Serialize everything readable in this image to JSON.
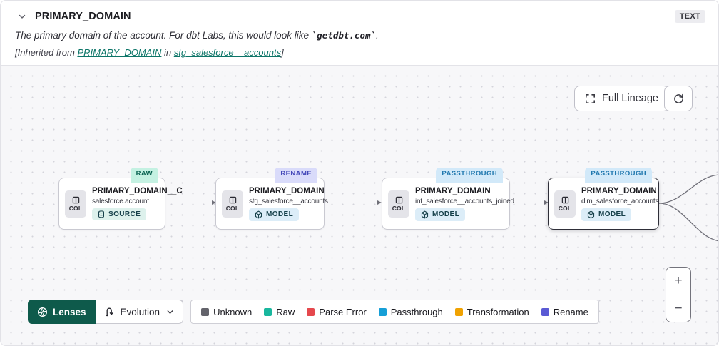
{
  "header": {
    "title": "PRIMARY_DOMAIN",
    "type_badge": "TEXT",
    "description_prefix": "The primary domain of the account. For dbt Labs, this would look like ",
    "description_code": "`getdbt.com`",
    "description_suffix": ".",
    "inherited_prefix": "[Inherited from ",
    "inherited_link_column": "PRIMARY_DOMAIN",
    "inherited_middle": " in ",
    "inherited_link_model": "stg_salesforce__accounts",
    "inherited_suffix": "]"
  },
  "toolbar": {
    "full_lineage_label": "Full Lineage",
    "lenses_label": "Lenses",
    "lens_selected": "Evolution"
  },
  "canvas": {
    "nodes": [
      {
        "badge": "RAW",
        "chip": "COL",
        "title": "PRIMARY_DOMAIN__C",
        "subtitle": "salesforce.account",
        "type": "SOURCE"
      },
      {
        "badge": "RENAME",
        "chip": "COL",
        "title": "PRIMARY_DOMAIN",
        "subtitle": "stg_salesforce__accounts",
        "type": "MODEL"
      },
      {
        "badge": "PASSTHROUGH",
        "chip": "COL",
        "title": "PRIMARY_DOMAIN",
        "subtitle": "int_salesforce__accounts_joined",
        "type": "MODEL"
      },
      {
        "badge": "PASSTHROUGH",
        "chip": "COL",
        "title": "PRIMARY_DOMAIN",
        "subtitle": "dim_salesforce_accounts",
        "type": "MODEL"
      }
    ]
  },
  "legend": {
    "items": [
      {
        "label": "Unknown",
        "color": "#63636b"
      },
      {
        "label": "Raw",
        "color": "#19b79e"
      },
      {
        "label": "Parse Error",
        "color": "#e5484d"
      },
      {
        "label": "Passthrough",
        "color": "#169fd7"
      },
      {
        "label": "Transformation",
        "color": "#f0a202"
      },
      {
        "label": "Rename",
        "color": "#5a5ad4"
      }
    ]
  },
  "zoom": {
    "in": "+",
    "out": "−"
  }
}
